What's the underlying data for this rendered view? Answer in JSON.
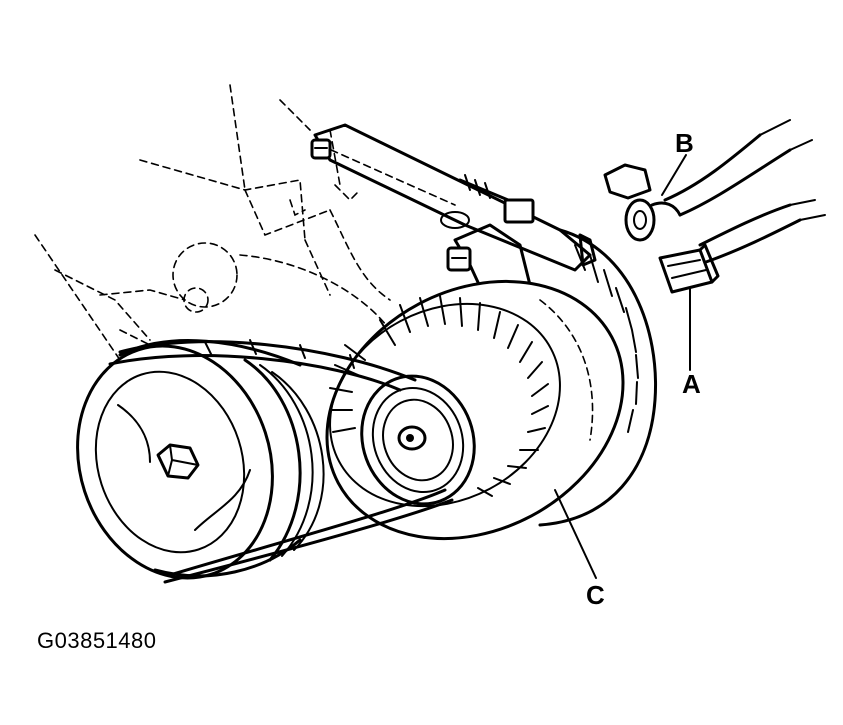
{
  "figure_code": "G03851480",
  "callouts": {
    "a": "A",
    "b": "B",
    "c": "C"
  },
  "colors": {
    "ink": "#000000",
    "paper": "#ffffff"
  }
}
